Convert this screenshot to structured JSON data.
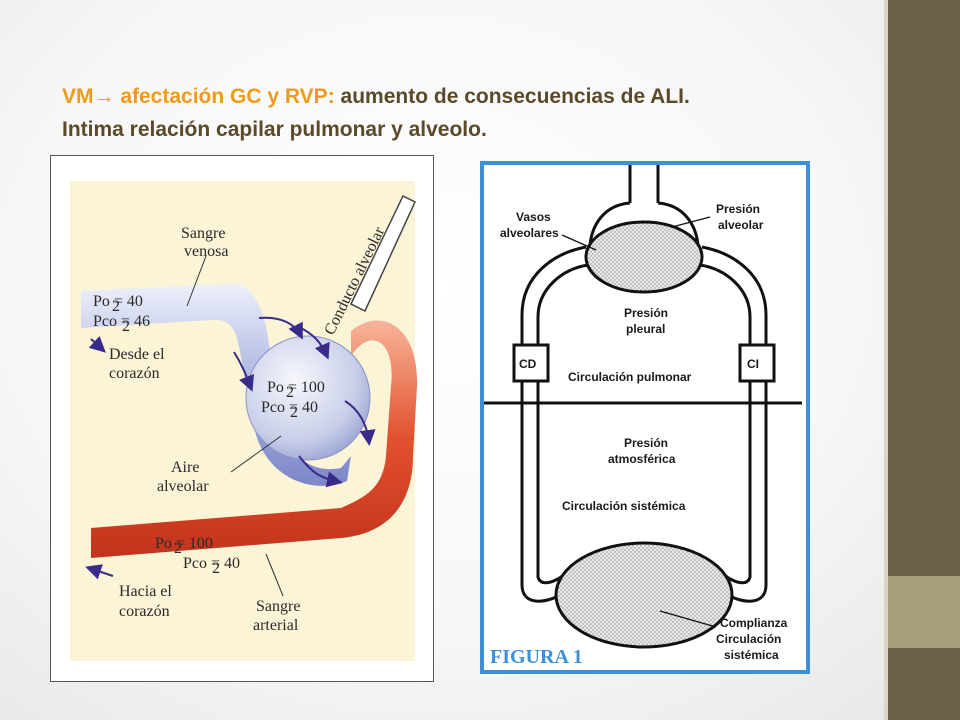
{
  "heading": {
    "accent_prefix": "VM",
    "arrow_glyph": "→",
    "accent_text": " afectación  GC y RVP:",
    "line1_rest": "  aumento de consecuencias de ALI.",
    "line2": "Intima relación capilar pulmonar y alveolo."
  },
  "left_diagram": {
    "conduit_label": "Conducto alveolar",
    "venous_blood": [
      "Sangre",
      "venosa"
    ],
    "venous_po": "Po  = 40",
    "venous_po_sub": "2",
    "venous_pco": "Pco  = 46",
    "venous_pco_sub": "2",
    "from_heart": [
      "Desde el",
      "corazón"
    ],
    "alveolar_po": "Po  = 100",
    "alveolar_po_sub": "2",
    "alveolar_pco": "Pco  = 40",
    "alveolar_pco_sub": "2",
    "alveolar_air": [
      "Aire",
      "alveolar"
    ],
    "arterial_po": "Po  = 100",
    "arterial_po_sub": "2",
    "arterial_pco": "Pco  = 40",
    "arterial_pco_sub": "2",
    "to_heart": [
      "Hacia el",
      "corazón"
    ],
    "arterial_blood": [
      "Sangre",
      "arterial"
    ]
  },
  "right_diagram": {
    "alveolar_vessels": [
      "Vasos",
      "alveolares"
    ],
    "alveolar_pressure": [
      "Presión",
      "alveolar"
    ],
    "pleural_pressure": [
      "Presión",
      "pleural"
    ],
    "cd_label": "CD",
    "ci_label": "CI",
    "pulmonary_circulation": "Circulación pulmonar",
    "atmospheric_pressure": [
      "Presión",
      "atmosférica"
    ],
    "systemic_circulation": "Circulación sistémica",
    "systemic_compliance": [
      "Complianza",
      "Circulación",
      "sistémica"
    ],
    "figure_label": "FIGURA 1"
  }
}
